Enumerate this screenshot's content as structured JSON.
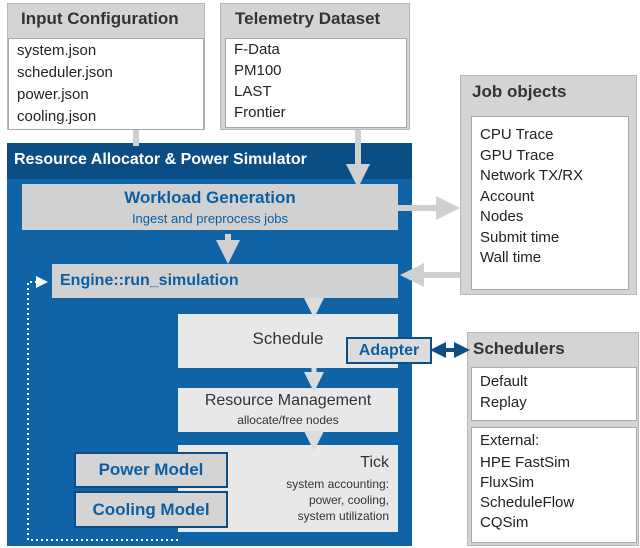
{
  "input_config": {
    "title": "Input Configuration",
    "files": [
      "system.json",
      "scheduler.json",
      "power.json",
      "cooling.json"
    ]
  },
  "telemetry": {
    "title": "Telemetry Dataset",
    "datasets": [
      "F-Data",
      "PM100",
      "LAST",
      "Frontier"
    ]
  },
  "job_objects": {
    "title": "Job objects",
    "fields": [
      "CPU Trace",
      "GPU Trace",
      "Network TX/RX",
      "Account",
      "Nodes",
      "Submit time",
      "Wall time"
    ]
  },
  "simulator": {
    "title": "Resource Allocator & Power Simulator",
    "workload_title": "Workload Generation",
    "workload_sub": "Ingest and preprocess jobs",
    "engine": "Engine::run_simulation",
    "schedule": "Schedule",
    "adapter": "Adapter",
    "resource_title": "Resource Management",
    "resource_sub": "allocate/free nodes",
    "tick_title": "Tick",
    "tick_lines": [
      "system accounting:",
      "power, cooling,",
      "system utilization"
    ],
    "power_model": "Power Model",
    "cooling_model": "Cooling Model"
  },
  "schedulers": {
    "title": "Schedulers",
    "builtin": [
      "Default",
      "Replay"
    ],
    "external_label": "External:",
    "external": [
      "HPE FastSim",
      "FluxSim",
      "ScheduleFlow",
      "CQSim"
    ]
  },
  "colors": {
    "blue_main": "#0f63a7",
    "blue_header": "#0b4e86",
    "panel_grey": "#d4d4d4",
    "arrow_grey": "#d0d0d0"
  }
}
